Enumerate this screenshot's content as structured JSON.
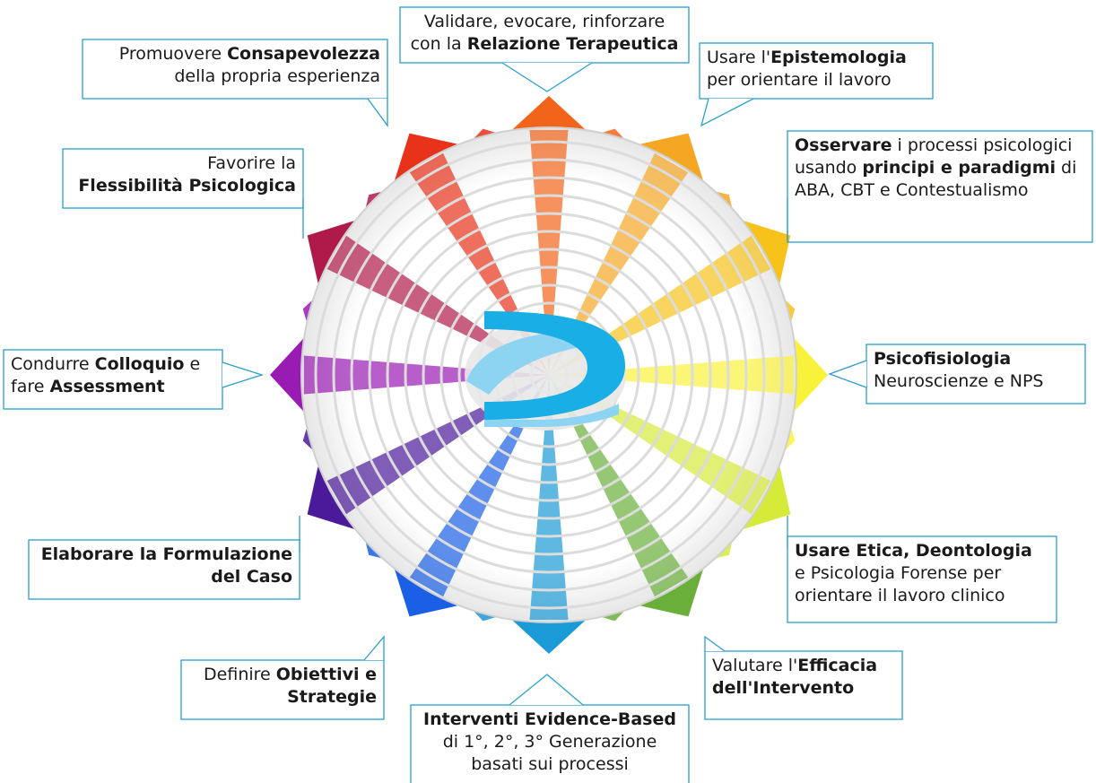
{
  "segment_colors": [
    "#f26419",
    "#f5a623",
    "#f7c21a",
    "#f9f23a",
    "#d6ea3a",
    "#6aaf3a",
    "#1a9ad6",
    "#1a5fe6",
    "#4a1a9a",
    "#9a1ab4",
    "#b01a4a",
    "#e8321a"
  ],
  "logo_colors": {
    "primary": "#1aaee6",
    "secondary": "#8dd3f2",
    "inner": "#e8e8e8"
  },
  "callouts": [
    {
      "id": "relazione",
      "parts": [
        {
          "t": "Validare, evocare, rinforzare"
        },
        {
          "t": "con la "
        },
        {
          "t": "Relazione Terapeutica",
          "b": true
        }
      ]
    },
    {
      "id": "epistemologia",
      "parts": [
        {
          "t": "Usare l'"
        },
        {
          "t": "Epistemologia",
          "b": true
        },
        {
          "t": "per orientare il lavoro"
        }
      ]
    },
    {
      "id": "osservare",
      "parts": [
        {
          "t": "Osservare",
          "b": true
        },
        {
          "t": " i processi psicologici"
        },
        {
          "t": "usando "
        },
        {
          "t": "principi e paradigmi",
          "b": true
        },
        {
          "t": " di"
        },
        {
          "t": "ABA, CBT e Contestualismo"
        }
      ]
    },
    {
      "id": "psicofisiologia",
      "parts": [
        {
          "t": "Psicofisiologia",
          "b": true
        },
        {
          "t": "Neuroscienze e NPS"
        }
      ]
    },
    {
      "id": "etica",
      "parts": [
        {
          "t": "Usare Etica, Deontologia",
          "b": true
        },
        {
          "t": "e Psicologia Forense per"
        },
        {
          "t": "orientare il lavoro clinico"
        }
      ]
    },
    {
      "id": "efficacia",
      "parts": [
        {
          "t": "Valutare l'"
        },
        {
          "t": "Efficacia",
          "b": true
        },
        {
          "t": "dell'Intervento",
          "b": true
        }
      ]
    },
    {
      "id": "interventi",
      "parts": [
        {
          "t": "Interventi Evidence-Based",
          "b": true
        },
        {
          "t": "di 1°, 2°, 3° Generazione"
        },
        {
          "t": "basati sui processi"
        }
      ]
    },
    {
      "id": "obiettivi",
      "parts": [
        {
          "t": "Definire "
        },
        {
          "t": "Obiettivi e",
          "b": true
        },
        {
          "t": "Strategie",
          "b": true
        }
      ]
    },
    {
      "id": "formulazione",
      "parts": [
        {
          "t": "Elaborare la Formulazione",
          "b": true
        },
        {
          "t": "del Caso",
          "b": true
        }
      ]
    },
    {
      "id": "colloquio",
      "parts": [
        {
          "t": "Condurre "
        },
        {
          "t": "Colloquio",
          "b": true
        },
        {
          "t": " e"
        },
        {
          "t": "fare "
        },
        {
          "t": "Assessment",
          "b": true
        }
      ]
    },
    {
      "id": "flessibilita",
      "parts": [
        {
          "t": "Favorire la"
        },
        {
          "t": "Flessibilità Psicologica",
          "b": true
        }
      ]
    },
    {
      "id": "consapevolezza",
      "parts": [
        {
          "t": "Promuovere "
        },
        {
          "t": "Consapevolezza",
          "b": true
        },
        {
          "t": "della propria esperienza"
        }
      ]
    }
  ]
}
